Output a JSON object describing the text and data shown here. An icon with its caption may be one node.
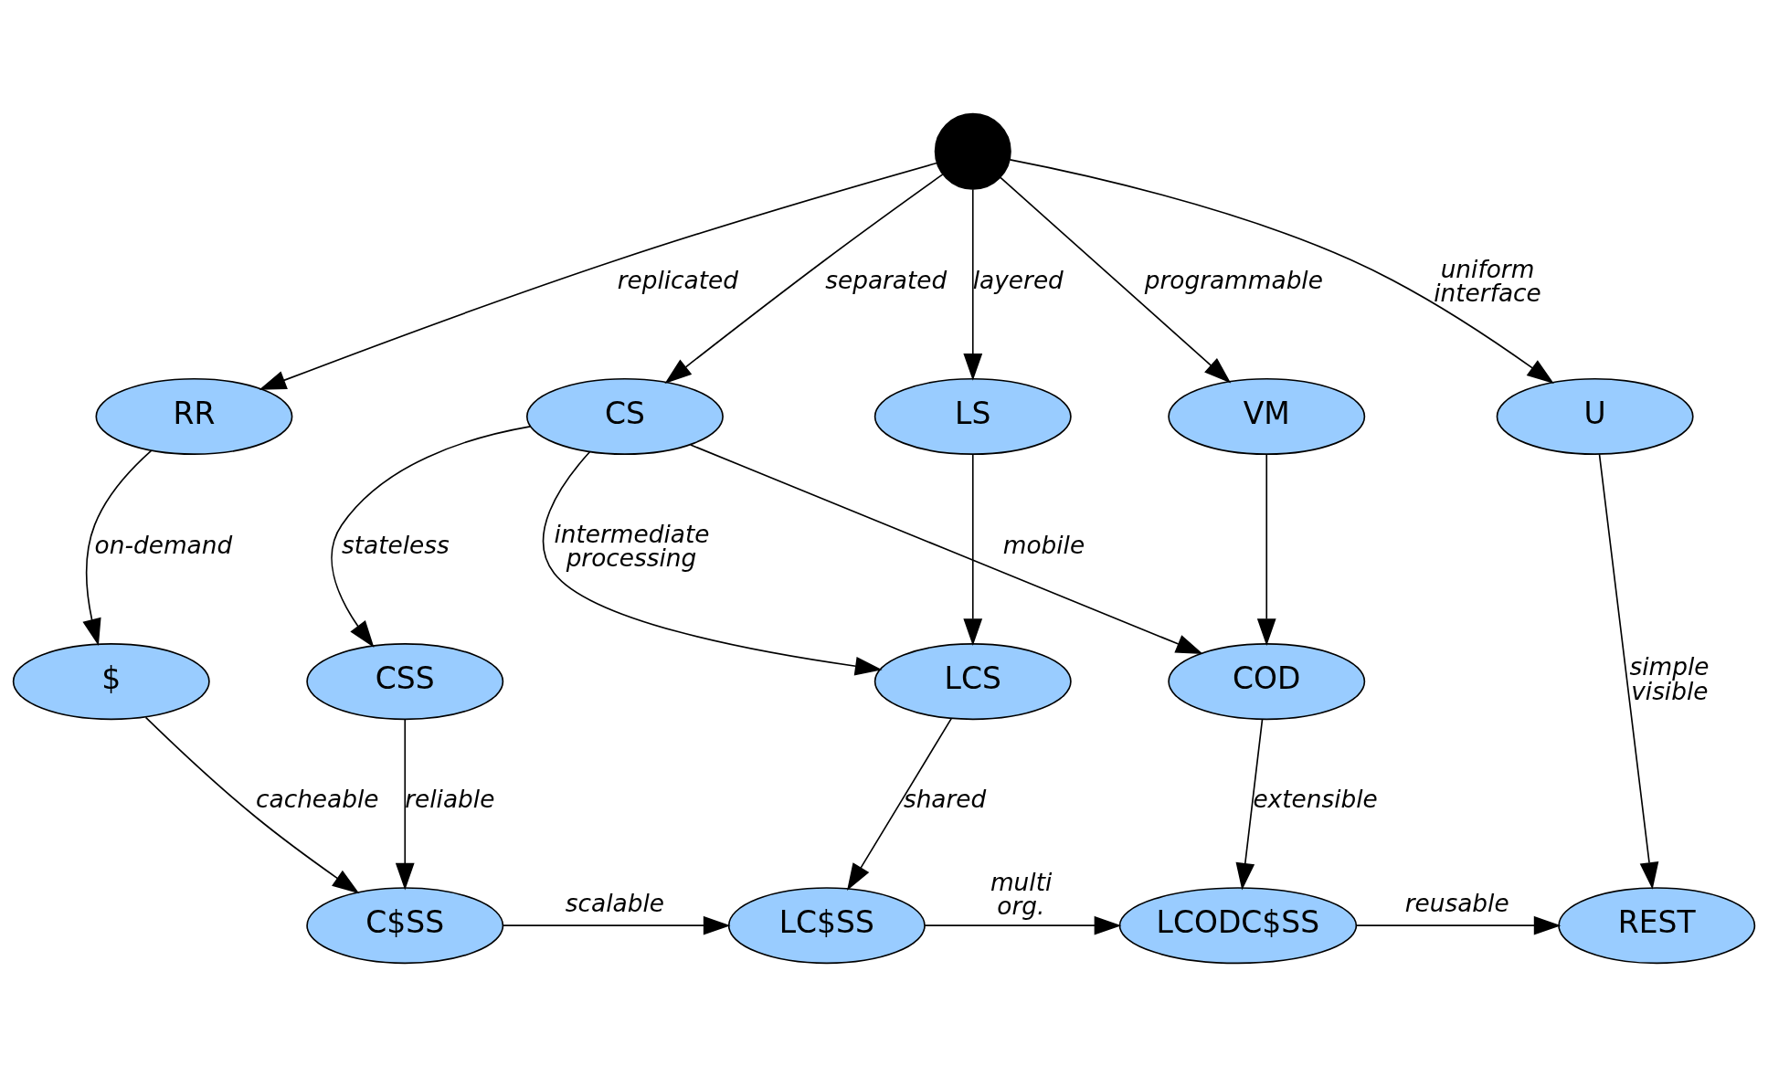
{
  "diagram": {
    "nodes": [
      {
        "text": [],
        "shape": "circle"
      },
      {
        "text": [
          "RR"
        ]
      },
      {
        "text": [
          "CS"
        ]
      },
      {
        "text": [
          "LS"
        ]
      },
      {
        "text": [
          "VM"
        ]
      },
      {
        "text": [
          "U"
        ]
      },
      {
        "text": [
          "$"
        ]
      },
      {
        "text": [
          "CSS"
        ]
      },
      {
        "text": [
          "LCS"
        ]
      },
      {
        "text": [
          "COD"
        ]
      },
      {
        "text": [
          "C$SS"
        ]
      },
      {
        "text": [
          "LC$SS"
        ]
      },
      {
        "text": [
          "LCODC$SS"
        ]
      },
      {
        "text": [
          "REST"
        ]
      }
    ],
    "edges": [
      {
        "from": 0,
        "to": 1,
        "arrow": "to",
        "label": "replicated"
      },
      {
        "from": 0,
        "to": 2,
        "arrow": "to",
        "label": "separated"
      },
      {
        "from": 0,
        "to": 3,
        "arrow": "to",
        "label": "layered"
      },
      {
        "from": 0,
        "to": 4,
        "arrow": "to",
        "label": "programmable"
      },
      {
        "from": 0,
        "to": 5,
        "arrow": "to",
        "label": "uniform interface"
      },
      {
        "from": 1,
        "to": 6,
        "arrow": "to",
        "label": "on-demand"
      },
      {
        "from": 2,
        "to": 7,
        "arrow": "to",
        "label": "stateless"
      },
      {
        "from": 2,
        "to": 8,
        "arrow": "to",
        "label": "intermediate processing"
      },
      {
        "from": 2,
        "to": 9,
        "arrow": "to",
        "label": "mobile"
      },
      {
        "from": 3,
        "to": 8,
        "arrow": "to"
      },
      {
        "from": 4,
        "to": 9,
        "arrow": "to"
      },
      {
        "from": 5,
        "to": 13,
        "arrow": "to",
        "label": "simple visible"
      },
      {
        "from": 6,
        "to": 10,
        "arrow": "to",
        "label": "cacheable"
      },
      {
        "from": 7,
        "to": 10,
        "arrow": "to",
        "label": "reliable"
      },
      {
        "from": 8,
        "to": 11,
        "arrow": "to",
        "label": "shared"
      },
      {
        "from": 9,
        "to": 12,
        "arrow": "to",
        "label": "extensible"
      },
      {
        "from": 10,
        "to": 11,
        "arrow": "to",
        "label": "scalable"
      },
      {
        "from": 11,
        "to": 12,
        "arrow": "to",
        "label": "multi org."
      },
      {
        "from": 12,
        "to": 13,
        "arrow": "to",
        "label": "reusable"
      }
    ]
  }
}
